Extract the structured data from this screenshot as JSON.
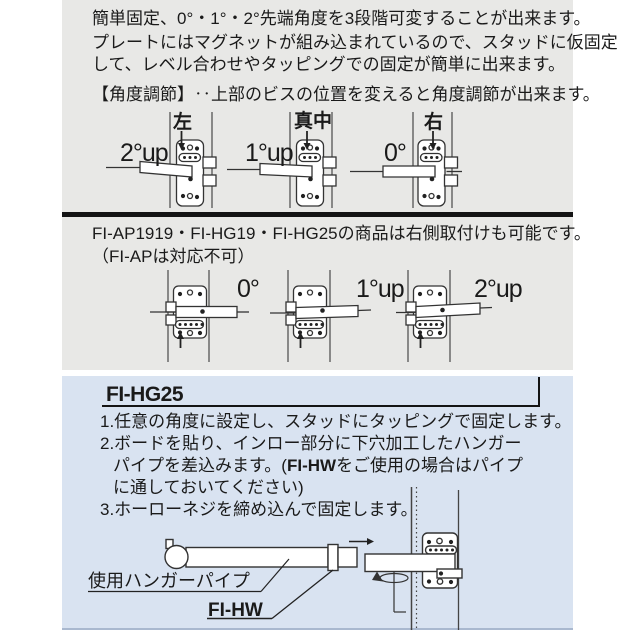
{
  "colors": {
    "panel_gray": "#e8e8e6",
    "panel_blue": "#d9e3f1",
    "ink": "#1a1a1a"
  },
  "intro": {
    "line1": "簡単固定、0°・1°・2°先端角度を3段階可変することが出来ます。",
    "line2": "プレートにはマグネットが組み込まれているので、スタッドに仮固定",
    "line3": "して、レベル合わせやタッピングでの固定が簡単に出来ます。",
    "angle_note": "【角度調節】‥上部のビスの位置を変えると角度調節が出来ます。"
  },
  "row1": {
    "units": [
      {
        "pos": "左",
        "angle": "2°up"
      },
      {
        "pos": "真中",
        "angle": "1°up"
      },
      {
        "pos": "右",
        "angle": "0°"
      }
    ]
  },
  "right_mount": {
    "line1": "FI-AP1919・FI-HG19・FI-HG25の商品は右側取付けも可能です。",
    "line2": "（FI-APは対応不可）"
  },
  "row2": {
    "units": [
      {
        "angle": "0°"
      },
      {
        "angle": "1°up"
      },
      {
        "angle": "2°up"
      }
    ]
  },
  "hg25": {
    "title": "FI-HG25",
    "step1": "1.任意の角度に設定し、スタッドにタッピングで固定します。",
    "step2": "2.ボードを貼り、インロー部分に下穴加工したハンガー",
    "step2b_pre": "パイプを差込みます。(",
    "step2b_bold": "FI-HW",
    "step2b_post": "をご使用の場合はパイプ",
    "step2c": "に通しておいてください)",
    "step3": "3.ホーローネジを締め込んで固定します。",
    "pipe_label": "使用ハンガーパイプ",
    "sleeve_label": "FI-HW"
  }
}
